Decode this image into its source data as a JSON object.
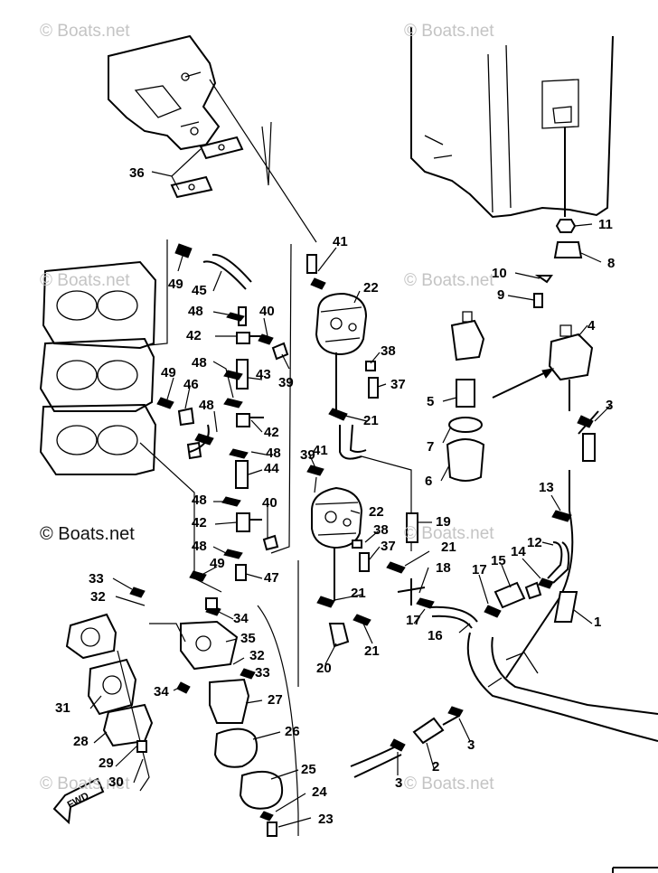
{
  "watermarks": [
    {
      "text": "© Boats.net",
      "dark": false
    },
    {
      "text": "© Boats.net",
      "dark": false
    },
    {
      "text": "© Boats.net",
      "dark": false
    },
    {
      "text": "© Boats.net",
      "dark": false
    },
    {
      "text": "© Boats.net",
      "dark": true
    },
    {
      "text": "© Boats.net",
      "dark": false
    },
    {
      "text": "© Boats.net",
      "dark": false
    },
    {
      "text": "© Boats.net",
      "dark": false
    }
  ],
  "callouts": [
    "1",
    "2",
    "3",
    "3",
    "3",
    "4",
    "5",
    "6",
    "7",
    "8",
    "9",
    "10",
    "11",
    "12",
    "13",
    "14",
    "15",
    "16",
    "17",
    "17",
    "18",
    "19",
    "20",
    "21",
    "21",
    "21",
    "21",
    "22",
    "22",
    "23",
    "24",
    "25",
    "26",
    "27",
    "28",
    "29",
    "30",
    "31",
    "32",
    "32",
    "33",
    "33",
    "34",
    "34",
    "35",
    "36",
    "37",
    "37",
    "38",
    "38",
    "39",
    "39",
    "40",
    "40",
    "41",
    "41",
    "42",
    "42",
    "42",
    "43",
    "44",
    "45",
    "46",
    "47",
    "48",
    "48",
    "48",
    "48",
    "48",
    "48",
    "49",
    "49",
    "49"
  ],
  "fwd_label": "FWD",
  "colors": {
    "line": "#000000",
    "watermark": "#c4c4c4",
    "background": "#ffffff"
  }
}
